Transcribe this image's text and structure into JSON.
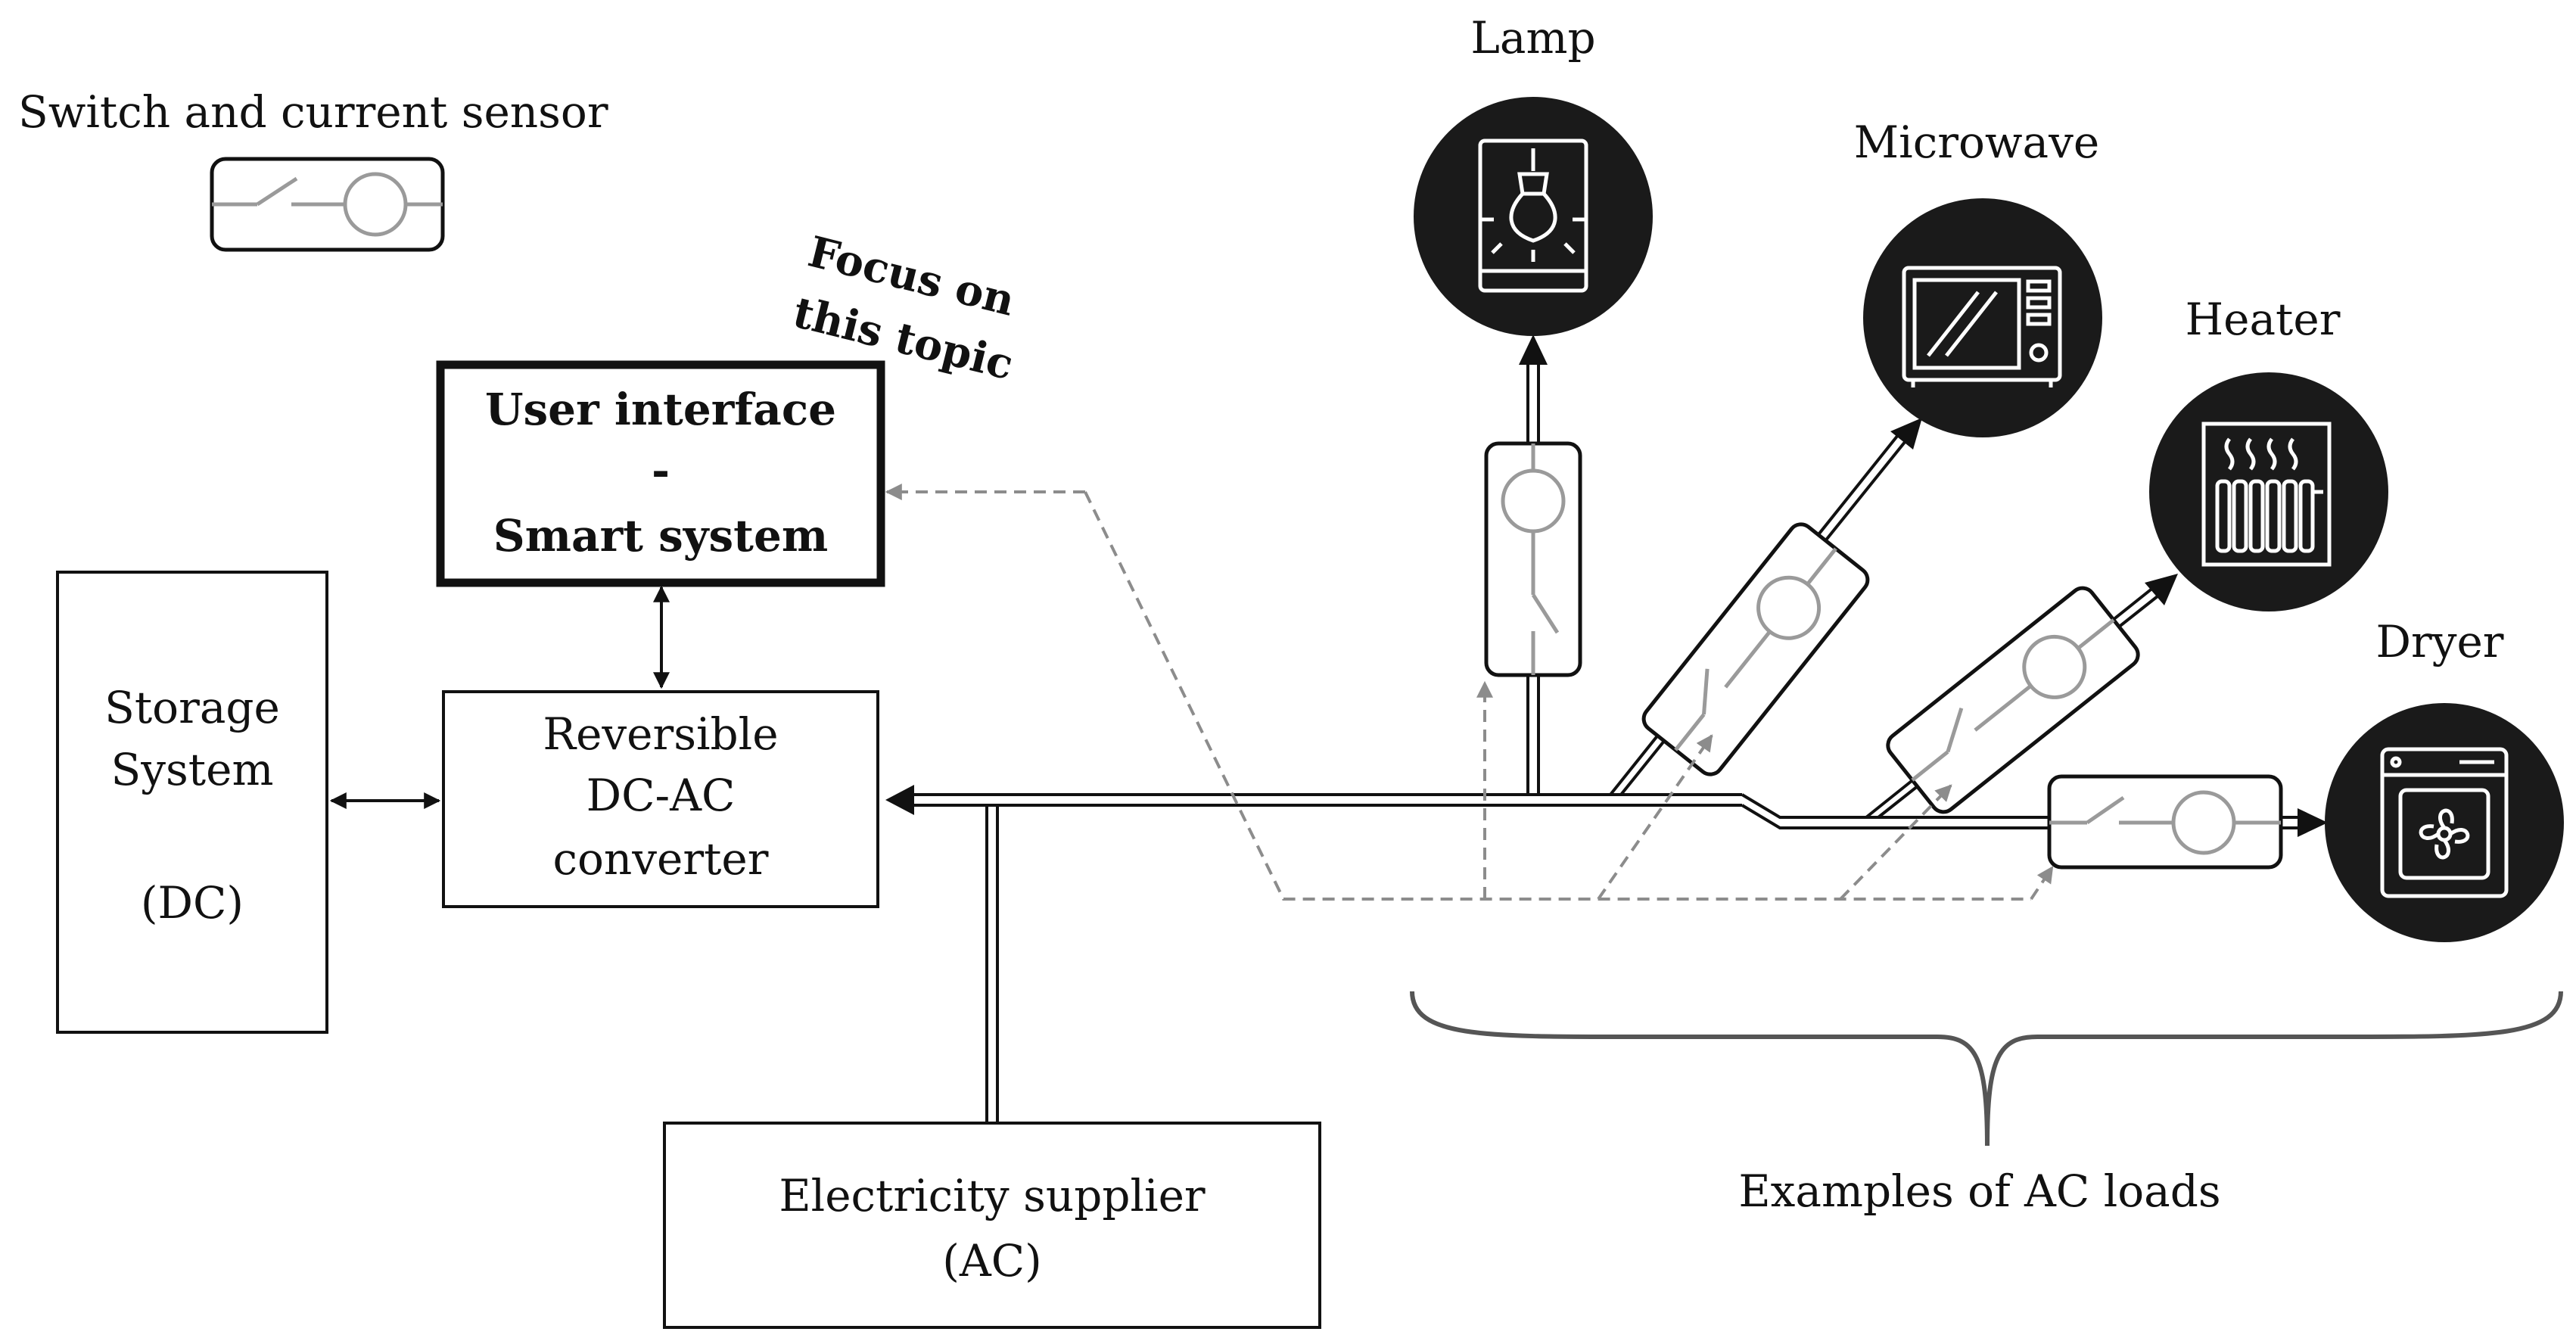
{
  "legend": {
    "title": "Switch and current sensor"
  },
  "focus_note": {
    "line1": "Focus on",
    "line2": "this topic"
  },
  "user_interface": {
    "line1": "User interface",
    "line2": "-",
    "line3": "Smart system"
  },
  "storage": {
    "line1": "Storage",
    "line2": "System",
    "line3": "(DC)"
  },
  "converter": {
    "line1": "Reversible",
    "line2": "DC-AC",
    "line3": "converter"
  },
  "supplier": {
    "line1": "Electricity supplier",
    "line2": "(AC)"
  },
  "loads": {
    "caption": "Examples of AC loads",
    "lamp": {
      "label": "Lamp",
      "icon": "lamp-icon"
    },
    "microwave": {
      "label": "Microwave",
      "icon": "microwave-icon"
    },
    "heater": {
      "label": "Heater",
      "icon": "heater-icon"
    },
    "dryer": {
      "label": "Dryer",
      "icon": "dryer-icon"
    }
  },
  "colors": {
    "line": "#111111",
    "sensor": "#9a9a9a",
    "dashed": "#8c8c8c",
    "icon_fill": "#1a1a1a"
  }
}
